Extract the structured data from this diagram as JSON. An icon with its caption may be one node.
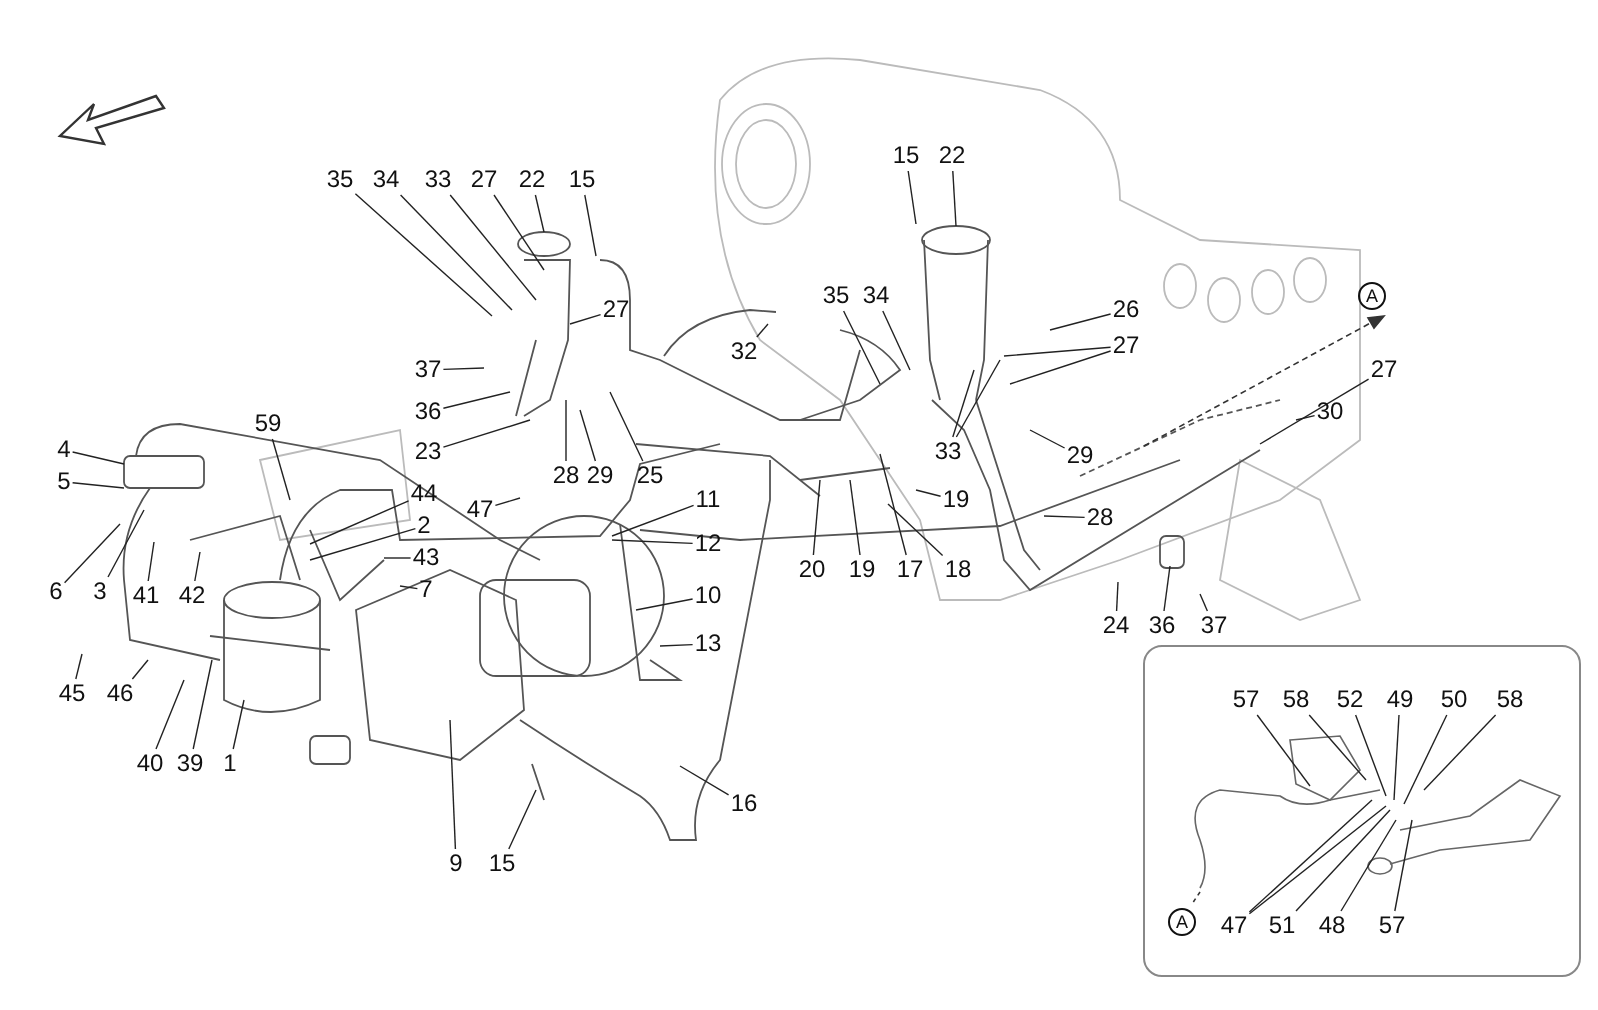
{
  "diagram": {
    "nodes": [
      {
        "text": [
          "35"
        ]
      },
      {
        "text": [
          "34"
        ]
      },
      {
        "text": [
          "33"
        ]
      },
      {
        "text": [
          "27"
        ]
      },
      {
        "text": [
          "22"
        ]
      },
      {
        "text": [
          "15"
        ]
      },
      {
        "text": [
          "27"
        ]
      },
      {
        "text": [
          "37"
        ]
      },
      {
        "text": [
          "36"
        ]
      },
      {
        "text": [
          "23"
        ]
      },
      {
        "text": [
          "28"
        ]
      },
      {
        "text": [
          "29"
        ]
      },
      {
        "text": [
          "25"
        ]
      },
      {
        "text": [
          "32"
        ]
      },
      {
        "text": [
          "4"
        ]
      },
      {
        "text": [
          "5"
        ]
      },
      {
        "text": [
          "59"
        ]
      },
      {
        "text": [
          "44"
        ]
      },
      {
        "text": [
          "2"
        ]
      },
      {
        "text": [
          "43"
        ]
      },
      {
        "text": [
          "7"
        ]
      },
      {
        "text": [
          "47"
        ]
      },
      {
        "text": [
          "11"
        ]
      },
      {
        "text": [
          "12"
        ]
      },
      {
        "text": [
          "10"
        ]
      },
      {
        "text": [
          "13"
        ]
      },
      {
        "text": [
          "6"
        ]
      },
      {
        "text": [
          "3"
        ]
      },
      {
        "text": [
          "41"
        ]
      },
      {
        "text": [
          "42"
        ]
      },
      {
        "text": [
          "45"
        ]
      },
      {
        "text": [
          "46"
        ]
      },
      {
        "text": [
          "40"
        ]
      },
      {
        "text": [
          "39"
        ]
      },
      {
        "text": [
          "1"
        ]
      },
      {
        "text": [
          "9"
        ]
      },
      {
        "text": [
          "15"
        ]
      },
      {
        "text": [
          "16"
        ]
      },
      {
        "text": [
          "15"
        ]
      },
      {
        "text": [
          "22"
        ]
      },
      {
        "text": [
          "35"
        ]
      },
      {
        "text": [
          "34"
        ]
      },
      {
        "text": [
          "26"
        ]
      },
      {
        "text": [
          "27"
        ]
      },
      {
        "text": [
          "33"
        ]
      },
      {
        "text": [
          "29"
        ]
      },
      {
        "text": [
          "28"
        ]
      },
      {
        "text": [
          "19"
        ]
      },
      {
        "text": [
          "27"
        ]
      },
      {
        "text": [
          "30"
        ]
      },
      {
        "text": [
          "20"
        ]
      },
      {
        "text": [
          "19"
        ]
      },
      {
        "text": [
          "17"
        ]
      },
      {
        "text": [
          "18"
        ]
      },
      {
        "text": [
          "24"
        ]
      },
      {
        "text": [
          "36"
        ]
      },
      {
        "text": [
          "37"
        ]
      },
      {
        "text": [
          "57"
        ]
      },
      {
        "text": [
          "58"
        ]
      },
      {
        "text": [
          "52"
        ]
      },
      {
        "text": [
          "49"
        ]
      },
      {
        "text": [
          "50"
        ]
      },
      {
        "text": [
          "58"
        ]
      },
      {
        "text": [
          "47"
        ]
      },
      {
        "text": [
          "51"
        ]
      },
      {
        "text": [
          "48"
        ]
      },
      {
        "text": [
          "57"
        ]
      }
    ],
    "edges": [
      {
        "from": 0,
        "to": null,
        "arrow": "none"
      },
      {
        "from": 1,
        "to": null,
        "arrow": "none"
      },
      {
        "from": 2,
        "to": null,
        "arrow": "none"
      },
      {
        "from": 3,
        "to": null,
        "arrow": "none"
      },
      {
        "from": 4,
        "to": null,
        "arrow": "none"
      },
      {
        "from": 5,
        "to": null,
        "arrow": "none"
      },
      {
        "from": 6,
        "to": null,
        "arrow": "none"
      },
      {
        "from": 7,
        "to": null,
        "arrow": "none"
      },
      {
        "from": 8,
        "to": null,
        "arrow": "none"
      },
      {
        "from": 9,
        "to": null,
        "arrow": "none"
      },
      {
        "from": 10,
        "to": null,
        "arrow": "none"
      },
      {
        "from": 11,
        "to": null,
        "arrow": "none"
      },
      {
        "from": 12,
        "to": null,
        "arrow": "none"
      },
      {
        "from": 13,
        "to": null,
        "arrow": "none"
      },
      {
        "from": 14,
        "to": null,
        "arrow": "none"
      },
      {
        "from": 15,
        "to": null,
        "arrow": "none"
      },
      {
        "from": 16,
        "to": null,
        "arrow": "none"
      },
      {
        "from": 17,
        "to": null,
        "arrow": "none"
      },
      {
        "from": 18,
        "to": null,
        "arrow": "none"
      },
      {
        "from": 19,
        "to": null,
        "arrow": "none"
      },
      {
        "from": 20,
        "to": null,
        "arrow": "none"
      },
      {
        "from": 21,
        "to": null,
        "arrow": "none"
      },
      {
        "from": 22,
        "to": null,
        "arrow": "none"
      },
      {
        "from": 23,
        "to": null,
        "arrow": "none"
      },
      {
        "from": 24,
        "to": null,
        "arrow": "none"
      },
      {
        "from": 25,
        "to": null,
        "arrow": "none"
      },
      {
        "from": 26,
        "to": null,
        "arrow": "none"
      },
      {
        "from": 27,
        "to": null,
        "arrow": "none"
      },
      {
        "from": 28,
        "to": null,
        "arrow": "none"
      },
      {
        "from": 29,
        "to": null,
        "arrow": "none"
      },
      {
        "from": 30,
        "to": null,
        "arrow": "none"
      },
      {
        "from": 31,
        "to": null,
        "arrow": "none"
      },
      {
        "from": 32,
        "to": null,
        "arrow": "none"
      },
      {
        "from": 33,
        "to": null,
        "arrow": "none"
      },
      {
        "from": 34,
        "to": null,
        "arrow": "none"
      },
      {
        "from": 35,
        "to": null,
        "arrow": "none"
      },
      {
        "from": 36,
        "to": null,
        "arrow": "none"
      },
      {
        "from": 37,
        "to": null,
        "arrow": "none"
      },
      {
        "from": 38,
        "to": null,
        "arrow": "none"
      },
      {
        "from": 39,
        "to": null,
        "arrow": "none"
      },
      {
        "from": 40,
        "to": null,
        "arrow": "none"
      },
      {
        "from": 41,
        "to": null,
        "arrow": "none"
      },
      {
        "from": 42,
        "to": null,
        "arrow": "none"
      },
      {
        "from": 43,
        "to": null,
        "arrow": "none"
      },
      {
        "from": 44,
        "to": null,
        "arrow": "none"
      },
      {
        "from": 45,
        "to": null,
        "arrow": "none"
      },
      {
        "from": 46,
        "to": null,
        "arrow": "none"
      },
      {
        "from": 47,
        "to": null,
        "arrow": "none"
      },
      {
        "from": 48,
        "to": null,
        "arrow": "none"
      },
      {
        "from": 49,
        "to": null,
        "arrow": "none"
      },
      {
        "from": 50,
        "to": null,
        "arrow": "none"
      },
      {
        "from": 51,
        "to": null,
        "arrow": "none"
      },
      {
        "from": 52,
        "to": null,
        "arrow": "none"
      },
      {
        "from": 53,
        "to": null,
        "arrow": "none"
      },
      {
        "from": 54,
        "to": null,
        "arrow": "none"
      },
      {
        "from": 55,
        "to": null,
        "arrow": "none"
      },
      {
        "from": 56,
        "to": null,
        "arrow": "none"
      },
      {
        "from": 57,
        "to": null,
        "arrow": "none"
      },
      {
        "from": 58,
        "to": null,
        "arrow": "none"
      },
      {
        "from": 59,
        "to": null,
        "arrow": "none"
      },
      {
        "from": 60,
        "to": null,
        "arrow": "none"
      },
      {
        "from": 61,
        "to": null,
        "arrow": "none"
      },
      {
        "from": 62,
        "to": null,
        "arrow": "none"
      },
      {
        "from": 63,
        "to": null,
        "arrow": "none"
      },
      {
        "from": 64,
        "to": null,
        "arrow": "none"
      },
      {
        "from": 65,
        "to": null,
        "arrow": "none"
      },
      {
        "from": 66,
        "to": null,
        "arrow": "none"
      },
      {
        "from": 43,
        "to": null,
        "arrow": "none"
      },
      {
        "from": 44,
        "to": null,
        "arrow": "none"
      },
      {
        "from": 63,
        "to": null,
        "arrow": "none"
      }
    ],
    "labels": [
      "A",
      "A"
    ]
  }
}
